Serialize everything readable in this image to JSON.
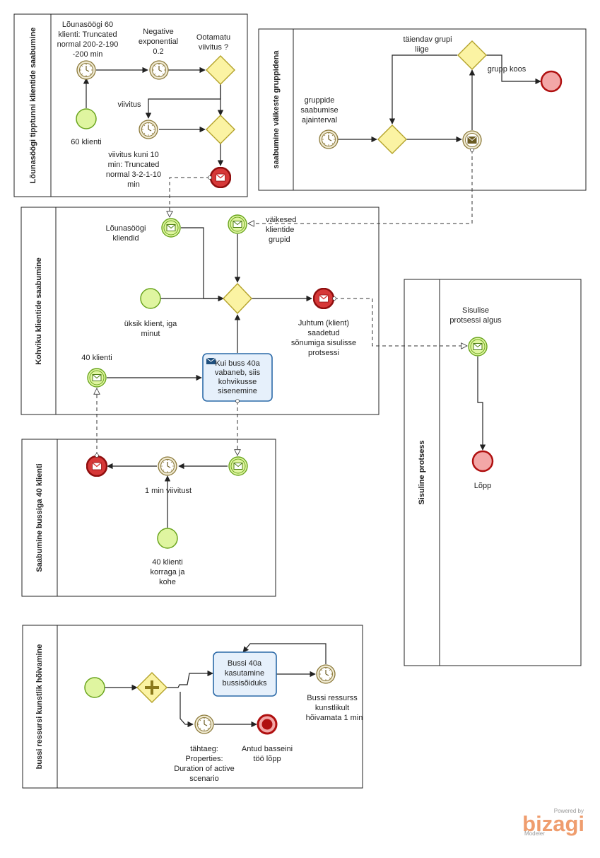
{
  "pools": {
    "lounasoogi": "Lõunasöögi tipptunni klientide saabumine",
    "vaikesed": "saabumine väikeste gruppidena",
    "kohviku": "Kohviku klientide saabumine",
    "sisuline": "Sisuline protsess",
    "bussiga": "Saabumine bussiga 40 klienti",
    "bussi_ressurss": "bussi ressursi kunstlik hõivamine"
  },
  "labels": {
    "p1_timer1": [
      "Lõunasöögi 60",
      "klienti: Truncated",
      "normal 200-2-190",
      "-200 min"
    ],
    "p1_timer2": [
      "Negative",
      "exponential",
      "0.2"
    ],
    "p1_gateway": [
      "Ootamatu",
      "viivitus ?"
    ],
    "p1_start": [
      "60 klienti"
    ],
    "p1_flow": [
      "viivitus"
    ],
    "p1_timer3": [
      "viivitus kuni 10",
      "min: Truncated",
      "normal 3-2-1-10",
      "min"
    ],
    "p2_start": [
      "gruppide",
      "saabumise",
      "ajainterval"
    ],
    "p2_flow_top": [
      "täiendav grupi",
      "liige"
    ],
    "p2_flow_right": [
      "grupp koos"
    ],
    "p3_msg_left": [
      "Lõunasöögi",
      "kliendid"
    ],
    "p3_msg_top": [
      "väikesed",
      "klientide",
      "grupid"
    ],
    "p3_start": [
      "üksik klient, iga",
      "minut"
    ],
    "p3_end": [
      "Juhtum (klient)",
      "saadetud",
      "sõnumiga sisulisse",
      "protsessi"
    ],
    "p3_msg40": [
      "40 klienti"
    ],
    "p3_task": [
      "Kui buss 40a",
      "vabaneb, siis",
      "kohvikusse",
      "sisenemine"
    ],
    "p4_start": [
      "Sisulise",
      "protsessi algus"
    ],
    "p4_end": [
      "Lõpp"
    ],
    "p5_timer": [
      "1 min viivitust"
    ],
    "p5_start": [
      "40 klienti",
      "korraga ja",
      "kohe"
    ],
    "p6_task": [
      "Bussi 40a",
      "kasutamine",
      "bussisõiduks"
    ],
    "p6_timer": [
      "Bussi ressurss",
      "kunstlikult",
      "hõivamata 1 min"
    ],
    "p6_timer2": [
      "tähtaeg:",
      "Properties:",
      "Duration of active",
      "scenario"
    ],
    "p6_end": [
      "Antud basseini",
      "töö lõpp"
    ]
  },
  "logo": {
    "powered": "Powered by",
    "brand": "bizagi",
    "product": "Modeler"
  },
  "colors": {
    "start": "#dff5a0",
    "end": "#f3a7a7",
    "gateway": "#fbf3a3",
    "task": "#e6f0fb",
    "message_throw": "#d63838"
  }
}
